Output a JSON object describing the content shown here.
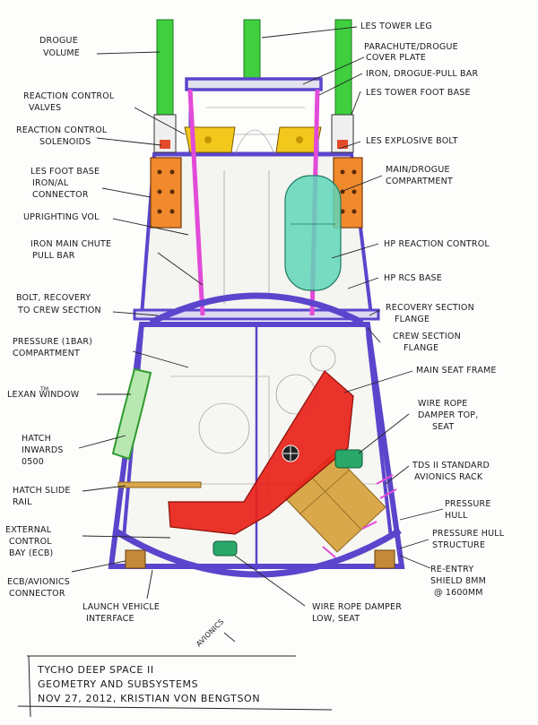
{
  "labels": {
    "drogue_volume": [
      "DROGUE",
      "VOLUME"
    ],
    "les_tower_leg": [
      "LES TOWER LEG"
    ],
    "parachute_cover": [
      "PARACHUTE/DROGUE",
      "COVER PLATE"
    ],
    "iron_drogue_pull": [
      "IRON, DROGUE-PULL BAR"
    ],
    "reaction_valves": [
      "REACTION CONTROL",
      "VALVES"
    ],
    "les_tower_foot": [
      "LES TOWER FOOT BASE"
    ],
    "rc_solenoids": [
      "REACTION CONTROL",
      "SOLENOIDS"
    ],
    "les_explosive": [
      "LES EXPLOSIVE BOLT"
    ],
    "les_foot_base": [
      "LES FOOT BASE",
      "IRON/AL",
      "CONNECTOR"
    ],
    "main_drogue": [
      "MAIN/DROGUE",
      "COMPARTMENT"
    ],
    "uprighting": [
      "UPRIGHTING VOL"
    ],
    "iron_main_chute": [
      "IRON MAIN CHUTE",
      "PULL BAR"
    ],
    "hp_reaction": [
      "HP REACTION CONTROL"
    ],
    "hp_rcs_base": [
      "HP RCS BASE"
    ],
    "bolt_recovery": [
      "BOLT, RECOVERY",
      "TO CREW SECTION"
    ],
    "recovery_flange": [
      "RECOVERY SECTION",
      "FLANGE"
    ],
    "pressure_comp": [
      "PRESSURE (1BAR)",
      "COMPARTMENT"
    ],
    "crew_flange": [
      "CREW SECTION",
      "FLANGE"
    ],
    "main_seat": [
      "MAIN SEAT FRAME"
    ],
    "lexan": [
      "LEXAN   WINDOW"
    ],
    "lexan_badge": "TM",
    "hatch_inwards": [
      "HATCH",
      "INWARDS",
      "0500"
    ],
    "wire_top": [
      "WIRE ROPE",
      "DAMPER TOP,",
      "SEAT"
    ],
    "tds_rack": [
      "TDS II STANDARD",
      "AVIONICS RACK"
    ],
    "hatch_slide": [
      "HATCH SLIDE",
      "RAIL"
    ],
    "pressure_hull": [
      "PRESSURE",
      "HULL"
    ],
    "external_bay": [
      "EXTERNAL",
      "CONTROL",
      "BAY (ECB)"
    ],
    "pressure_structure": [
      "PRESSURE HULL",
      "STRUCTURE"
    ],
    "ecb_connector": [
      "ECB/AVIONICS",
      "CONNECTOR"
    ],
    "reentry_shield": [
      "RE-ENTRY",
      "SHIELD 8MM",
      "@ 1600MM"
    ],
    "launch_interface": [
      "LAUNCH VEHICLE",
      "INTERFACE"
    ],
    "wire_low": [
      "WIRE ROPE DAMPER",
      "LOW, SEAT"
    ],
    "avionics_note": "AVIONICS"
  },
  "title_block": {
    "line1": "TYCHO DEEP SPACE II",
    "line2": "GEOMETRY AND SUBSYSTEMS",
    "line3": "NOV 27, 2012, KRISTIAN VON BENGTSON"
  },
  "colors": {
    "structure": "#5b45cc",
    "les_leg": "#3fcf3f",
    "pull_bar": "#e24bd8",
    "valves": "#f2c81d",
    "foot_base": "#f08a2c",
    "compartment": "#5fd6b8",
    "seat_frame": "#e8221a",
    "rack": "#d9a84a",
    "damper": "#2aa86a",
    "window": "#3fbf3f"
  }
}
